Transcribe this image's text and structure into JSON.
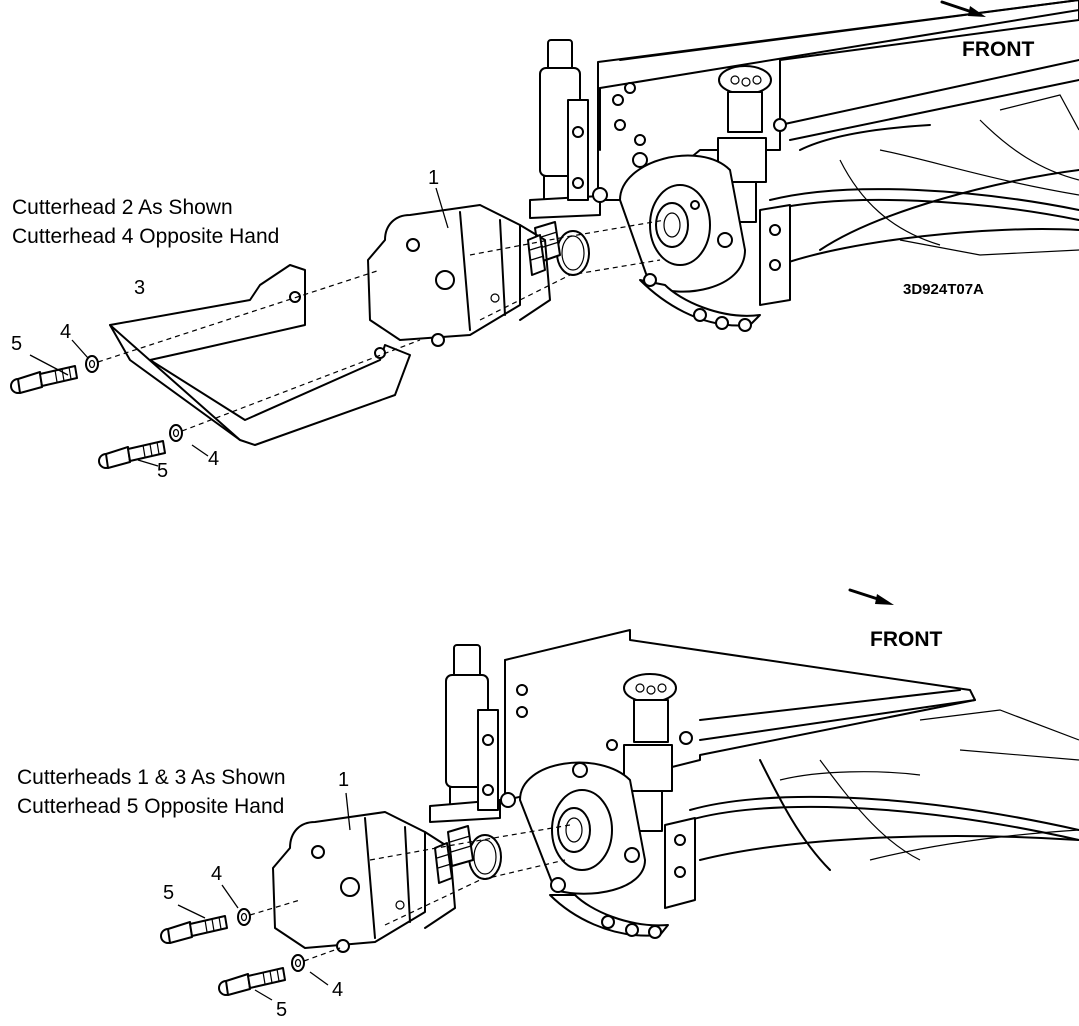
{
  "top_view": {
    "caption_line1": "Cutterhead 2 As Shown",
    "caption_line2": "Cutterhead 4 Opposite Hand",
    "front_label": "FRONT",
    "drawing_code": "3D924T07A",
    "callouts": {
      "motor": "1",
      "shield": "3",
      "washer_upper": "4",
      "washer_lower": "4",
      "screw_upper": "5",
      "screw_lower": "5"
    }
  },
  "bottom_view": {
    "caption_line1": "Cutterheads 1 & 3 As Shown",
    "caption_line2": "Cutterhead 5 Opposite Hand",
    "front_label": "FRONT",
    "callouts": {
      "motor": "1",
      "washer_upper": "4",
      "washer_lower": "4",
      "screw_upper": "5",
      "screw_lower": "5"
    }
  }
}
